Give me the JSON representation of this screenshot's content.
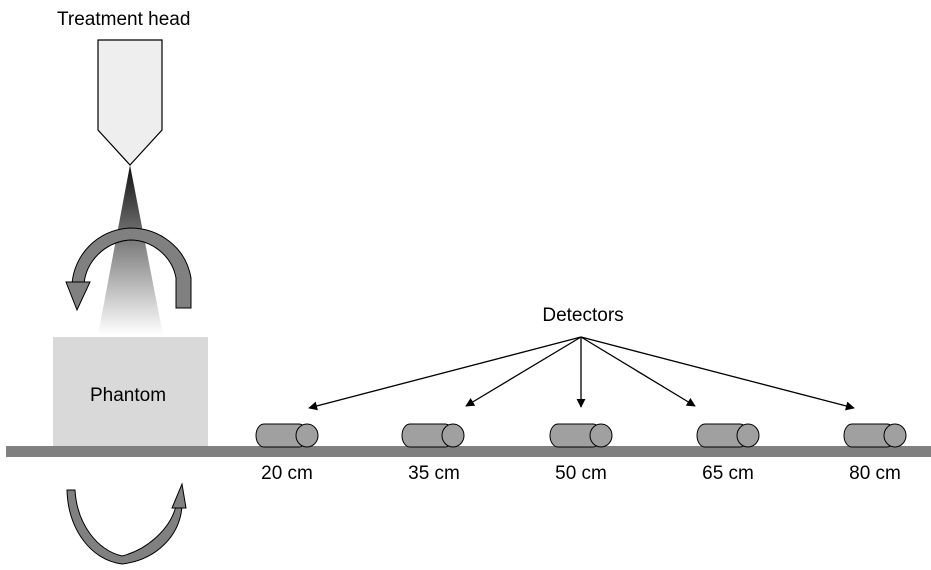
{
  "labels": {
    "treatment_head": "Treatment head",
    "phantom": "Phantom",
    "detectors": "Detectors"
  },
  "detectors": [
    {
      "distance": "20 cm"
    },
    {
      "distance": "35 cm"
    },
    {
      "distance": "50 cm"
    },
    {
      "distance": "65 cm"
    },
    {
      "distance": "80 cm"
    }
  ],
  "colors": {
    "table": "#808080",
    "phantom": "#d9d9d9",
    "detector": "#a0a0a0",
    "arrow": "#808080",
    "outline": "#000000"
  }
}
